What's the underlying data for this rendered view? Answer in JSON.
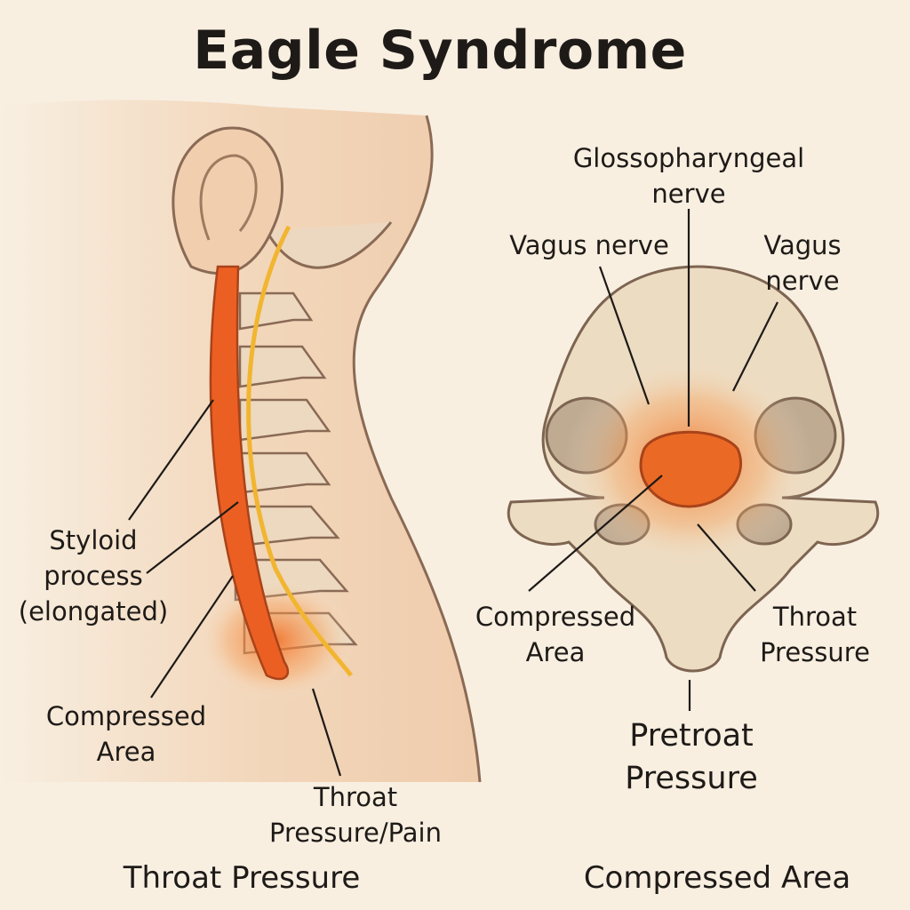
{
  "title": "Eagle Syndrome",
  "left_panel": {
    "labels": {
      "styloid": [
        "Styloid",
        "process",
        "(elongated)"
      ],
      "compressed": [
        "Compressed",
        "Area"
      ],
      "throat_pain": [
        "Throat",
        "Pressure/Pain"
      ]
    },
    "caption": "Throat Pressure"
  },
  "right_panel": {
    "labels": {
      "glossopharyngeal": [
        "Glossopharyngeal",
        "nerve"
      ],
      "vagus_left": "Vagus nerve",
      "vagus_right": [
        "Vagus",
        "nerve"
      ],
      "compressed": [
        "Compressed",
        "Area"
      ],
      "throat": [
        "Throat",
        "Pressure"
      ],
      "pretroat": [
        "Pretroat",
        "Pressure"
      ]
    },
    "caption": "Compressed Area"
  },
  "colors": {
    "background": "#f8efe1",
    "skin": "#f0d2b4",
    "bone": "#ecdcc2",
    "inflamed": "#f07a2c",
    "nerve": "#f2b530"
  }
}
